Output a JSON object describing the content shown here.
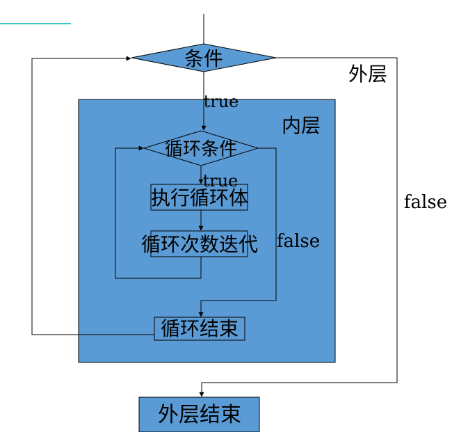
{
  "colors": {
    "fill": "#5b9bd5",
    "stroke": "#000000",
    "accent_line": "#00b0b0",
    "background": "#ffffff"
  },
  "labels": {
    "outer_condition": "条件",
    "outer_layer": "外层",
    "outer_true": "true",
    "inner_layer": "内层",
    "inner_condition": "循环条件",
    "inner_true": "true",
    "execute_body": "执行循环体",
    "iterate": "循环次数迭代",
    "inner_false": "false",
    "loop_end": "循环结束",
    "outer_false": "false",
    "outer_end": "外层结束"
  }
}
